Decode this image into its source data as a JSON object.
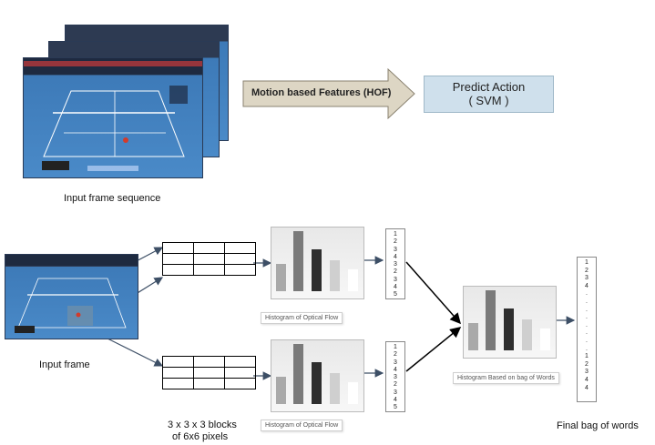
{
  "top": {
    "features_label": "Motion based Features (HOF)",
    "predict_title": "Predict Action",
    "predict_sub": "( SVM )",
    "input_sequence_label": "Input frame sequence"
  },
  "bottom": {
    "input_frame_label": "Input frame",
    "blocks_label_line1": "3 x 3 x 3 blocks",
    "blocks_label_line2": "of 6x6 pixels",
    "histogram_caption_1": "Histogram of Optical Flow",
    "histogram_caption_2": "Histogram of Optical Flow",
    "bag_caption": "Histogram Based on bag of Words",
    "final_label": "Final bag of words",
    "vector_1": [
      "1",
      "2",
      "3",
      "4",
      "3",
      "2",
      "3",
      "4",
      "5"
    ],
    "vector_2": [
      "1",
      "2",
      "3",
      "4",
      "3",
      "2",
      "3",
      "4",
      "5"
    ],
    "final_vector": [
      "1",
      "2",
      "3",
      "4",
      ".",
      ".",
      ".",
      ".",
      ".",
      ".",
      ".",
      ".",
      "1",
      "2",
      "3",
      "4",
      "4"
    ]
  },
  "colors": {
    "court": "#4a8ac8",
    "predict_box": "#cfe0ec",
    "arrow_fill": "#ddd6c4",
    "flow_arrow": "#3d4f66"
  }
}
